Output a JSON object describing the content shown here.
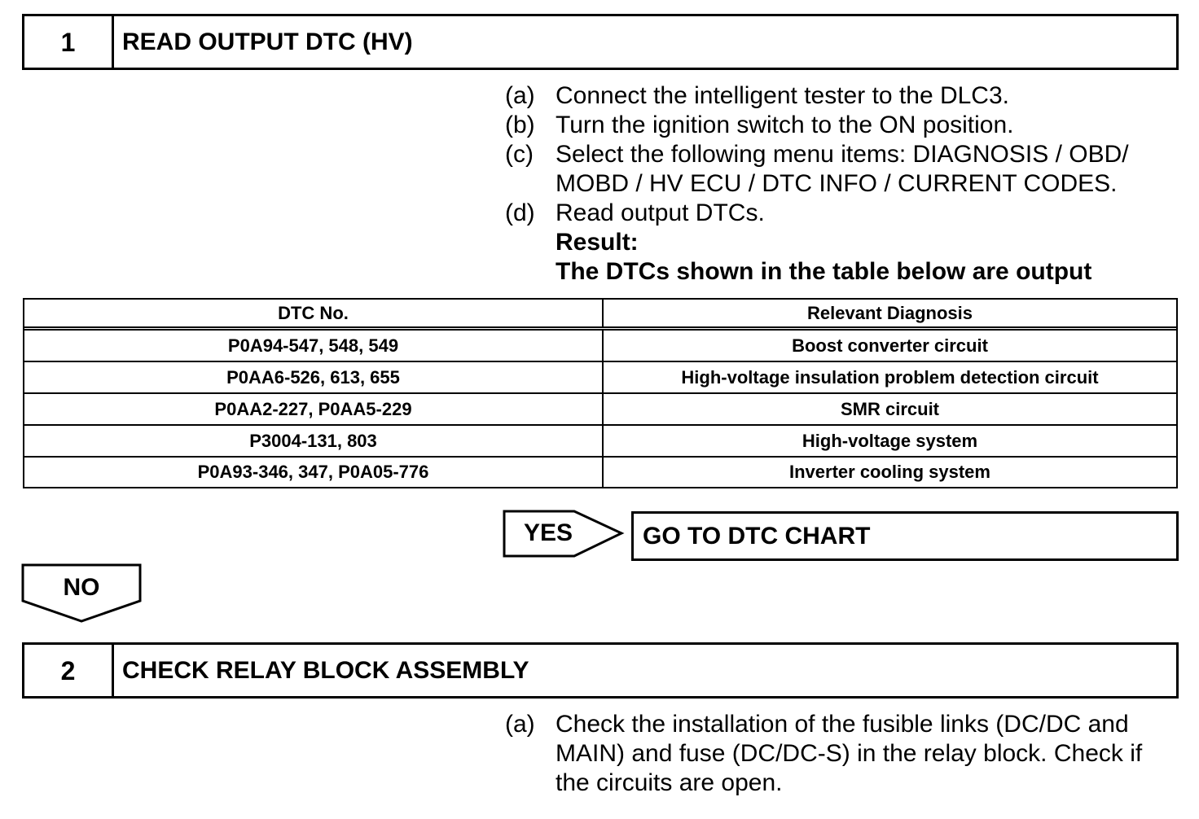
{
  "steps": [
    {
      "number": "1",
      "title": "READ OUTPUT DTC (HV)",
      "instructions": [
        {
          "label": "(a)",
          "lines": [
            "Connect the intelligent tester to the DLC3."
          ]
        },
        {
          "label": "(b)",
          "lines": [
            "Turn the ignition switch to the ON position."
          ]
        },
        {
          "label": "(c)",
          "lines": [
            "Select the following menu items: DIAGNOSIS / OBD/",
            "MOBD / HV ECU / DTC INFO / CURRENT CODES."
          ]
        },
        {
          "label": "(d)",
          "lines": [
            "Read output DTCs."
          ]
        }
      ],
      "result": {
        "label": "Result:",
        "text": "The DTCs shown in the table below are output"
      }
    },
    {
      "number": "2",
      "title": "CHECK RELAY BLOCK ASSEMBLY",
      "instructions": [
        {
          "label": "(a)",
          "lines": [
            "Check the installation of the fusible links (DC/DC and",
            "MAIN) and fuse (DC/DC-S) in the relay block. Check if",
            "the circuits are open."
          ]
        }
      ]
    }
  ],
  "dtc_table": {
    "headers": [
      "DTC No.",
      "Relevant Diagnosis"
    ],
    "rows": [
      [
        "P0A94-547, 548, 549",
        "Boost converter circuit"
      ],
      [
        "P0AA6-526, 613, 655",
        "High-voltage insulation problem detection circuit"
      ],
      [
        "P0AA2-227, P0AA5-229",
        "SMR circuit"
      ],
      [
        "P3004-131, 803",
        "High-voltage system"
      ],
      [
        "P0A93-346, 347, P0A05-776",
        "Inverter cooling system"
      ]
    ]
  },
  "branches": {
    "yes": {
      "label": "YES",
      "target": "GO TO DTC CHART"
    },
    "no": {
      "label": "NO"
    }
  }
}
